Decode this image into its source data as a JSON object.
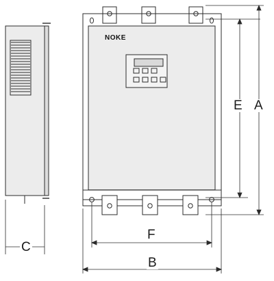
{
  "figure": {
    "brand_label": "NOKE",
    "dimension_labels": {
      "a": "A",
      "b": "B",
      "c": "C",
      "e": "E",
      "f": "F"
    }
  },
  "colors": {
    "ink": "#2b2b2b",
    "panel": "#ececec",
    "panel_shade": "#dcdcdc",
    "display": "#d9d9d9"
  }
}
